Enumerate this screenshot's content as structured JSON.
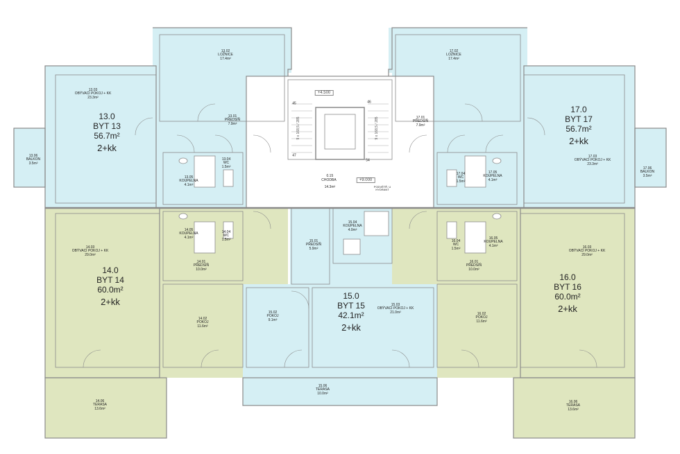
{
  "colors": {
    "cyan_unit": "#d5eff4",
    "green_unit": "#dfe6bf",
    "wall": "#8a8a8a",
    "wall_fill": "#ffffff"
  },
  "levels": {
    "upper": "+4.500",
    "lower": "+9.000"
  },
  "stair_labels": {
    "left": "9 x 168,5 / 285",
    "right": "9 x 168,5 / 285",
    "n1": "45",
    "n2": "46",
    "n3": "47",
    "n4": "54"
  },
  "hall": {
    "name": "0.15\nCHODBA",
    "area": "14.3m²"
  },
  "hydrant": "PODVĚTŘ. U\nHYDRANT",
  "units": {
    "u13": {
      "title": "13.0",
      "byt": "BYT 13",
      "area": "56.7m²",
      "type": "2+kk"
    },
    "u14": {
      "title": "14.0",
      "byt": "BYT 14",
      "area": "60.0m²",
      "type": "2+kk"
    },
    "u15": {
      "title": "15.0",
      "byt": "BYT 15",
      "area": "42.1m²",
      "type": "2+kk"
    },
    "u16": {
      "title": "16.0",
      "byt": "BYT 16",
      "area": "60.0m²",
      "type": "2+kk"
    },
    "u17": {
      "title": "17.0",
      "byt": "BYT 17",
      "area": "56.7m²",
      "type": "2+kk"
    }
  },
  "rooms": {
    "r1302": "13.02\nLOŽNICE\n17.4m²",
    "r1303": "13.03\nOBÝVACÍ POKOJ + KK\n23.3m²",
    "r1301": "13.01\nPŘEDSÍŇ\n7.9m²",
    "r1304": "13.04\nWC\n1.5m²",
    "r1305": "13.05\nKOUPELNA\n4.1m²",
    "r1306": "13.06\nBALKON\n3.5m²",
    "r1405": "14.05\nKOUPELNA\n4.1m²",
    "r1404": "14.04\nWC\n1.5m²",
    "r1401": "14.01\nPŘEDSÍŇ\n10.0m²",
    "r1403": "14.03\nOBÝVACÍ POKOJ + KK\n29.0m²",
    "r1402": "14.02\nPOKOJ\n11.6m²",
    "r1406": "14.06\nTERASA\n13.6m²",
    "r1504": "15.04\nKOUPELNA\n4.0m²",
    "r1501": "15.01\nPŘEDSÍŇ\n5.9m²",
    "r1502": "15.02\nPOKOJ\n9.1m²",
    "r1503": "15.03\nOBÝVACÍ POKOJ + KK\n21.0m²",
    "r1506": "15.06\nTERASA\n10.0m²",
    "r1702": "17.02\nLOŽNICE\n17.4m²",
    "r1701": "17.01\nPŘEDSÍŇ\n7.9m²",
    "r1704": "17.04\nWC\n1.5m²",
    "r1705": "17.05\nKOUPELNA\n4.1m²",
    "r1703": "17.03\nOBÝVACÍ POKOJ + KK\n23.3m²",
    "r1706": "17.06\nBALKON\n3.5m²",
    "r1604": "16.04\nWC\n1.5m²",
    "r1605": "16.05\nKOUPELNA\n4.1m²",
    "r1601": "16.01\nPŘEDSÍŇ\n10.0m²",
    "r1603": "16.03\nOBÝVACÍ POKOJ + KK\n29.0m²",
    "r1602": "16.02\nPOKOJ\n11.6m²",
    "r1606": "16.06\nTERASA\n13.6m²"
  }
}
